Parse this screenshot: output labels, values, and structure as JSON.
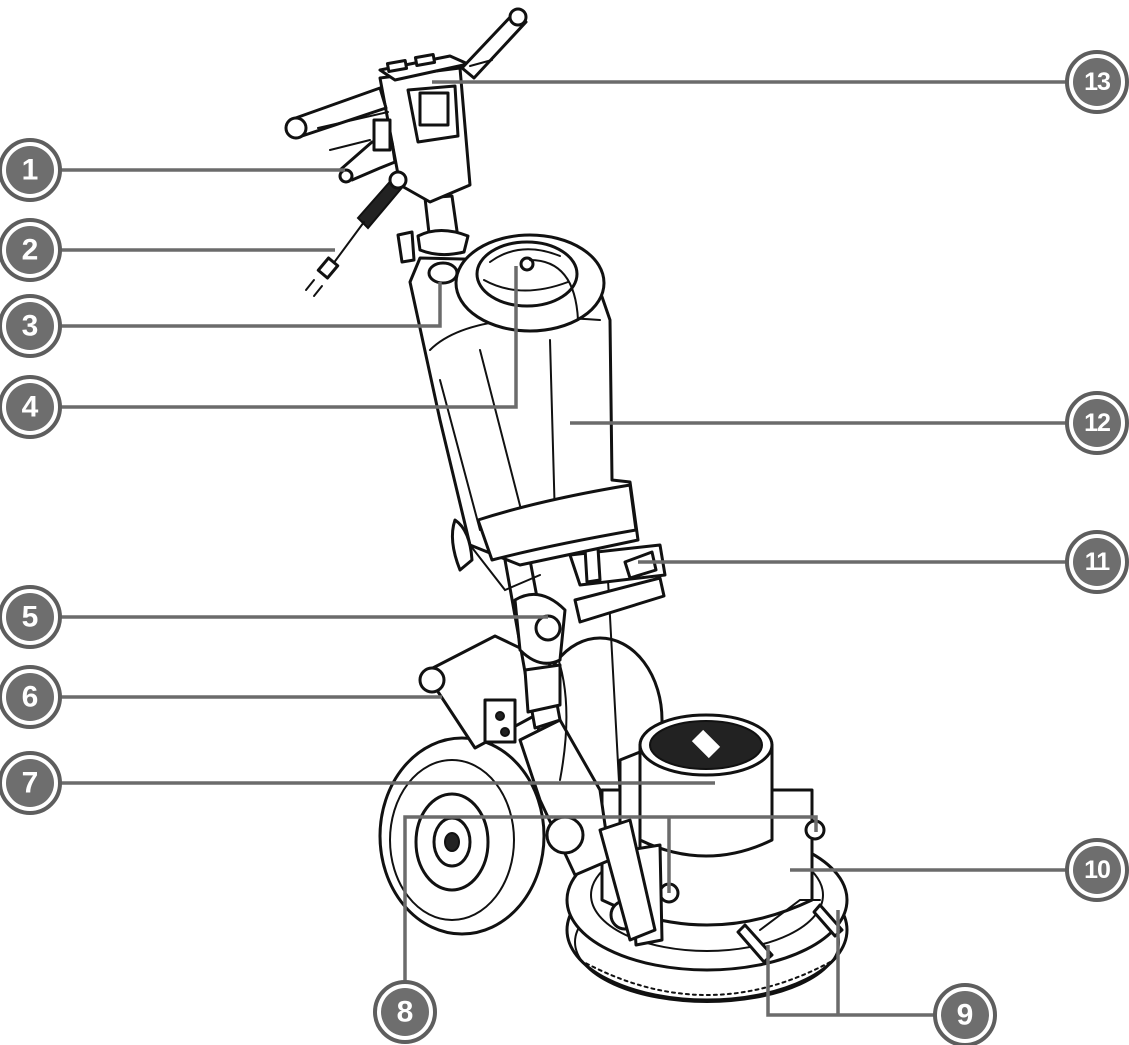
{
  "callouts": [
    {
      "id": "1",
      "label": "1"
    },
    {
      "id": "2",
      "label": "2"
    },
    {
      "id": "3",
      "label": "3"
    },
    {
      "id": "4",
      "label": "4"
    },
    {
      "id": "5",
      "label": "5"
    },
    {
      "id": "6",
      "label": "6"
    },
    {
      "id": "7",
      "label": "7"
    },
    {
      "id": "8",
      "label": "8"
    },
    {
      "id": "9",
      "label": "9"
    },
    {
      "id": "10",
      "label": "10"
    },
    {
      "id": "11",
      "label": "11"
    },
    {
      "id": "12",
      "label": "12"
    },
    {
      "id": "13",
      "label": "13"
    }
  ],
  "colors": {
    "line": "#111111",
    "leader": "#6b6b6b",
    "callout_fill": "#6e6e6e",
    "callout_text": "#ffffff",
    "background": "#ffffff"
  }
}
